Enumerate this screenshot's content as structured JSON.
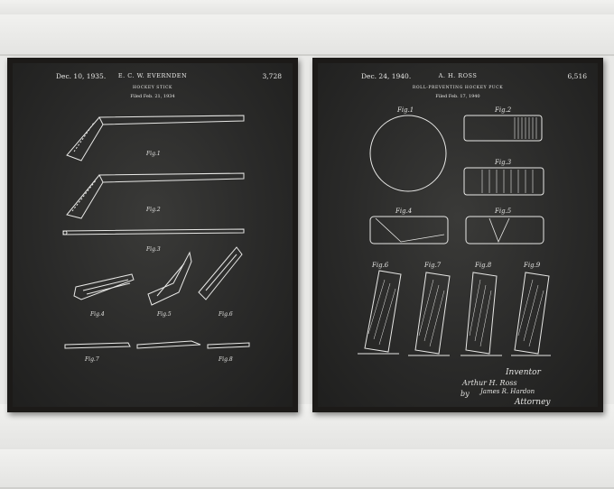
{
  "posters": {
    "left": {
      "date": "Dec. 10, 1935.",
      "inventor": "E. C. W. EVERNDEN",
      "number": "3,728",
      "title": "HOCKEY STICK",
      "filed": "Filed Feb. 21, 1934",
      "figures": [
        "Fig.1",
        "Fig.2",
        "Fig.3",
        "Fig.4",
        "Fig.5",
        "Fig.6",
        "Fig.7",
        "Fig.8"
      ]
    },
    "right": {
      "date": "Dec. 24, 1940.",
      "inventor": "A. H. ROSS",
      "number": "6,516",
      "title": "ROLL-PREVENTING HOCKEY PUCK",
      "filed": "Filed Feb. 17, 1940",
      "figures": [
        "Fig.1",
        "Fig.2",
        "Fig.3",
        "Fig.4",
        "Fig.5",
        "Fig.6",
        "Fig.7",
        "Fig.8",
        "Fig.9"
      ],
      "signature": {
        "inventor_label": "Inventor",
        "inventor_name": "Arthur H. Ross",
        "by": "by",
        "attorney_name": "James R. Hardon",
        "attorney_label": "Attorney"
      }
    }
  },
  "colors": {
    "chalkboard": "#2b2b2a",
    "frame": "#1c1a18",
    "chalk": "#e8e8e6",
    "wall": "#e9e9e7"
  }
}
